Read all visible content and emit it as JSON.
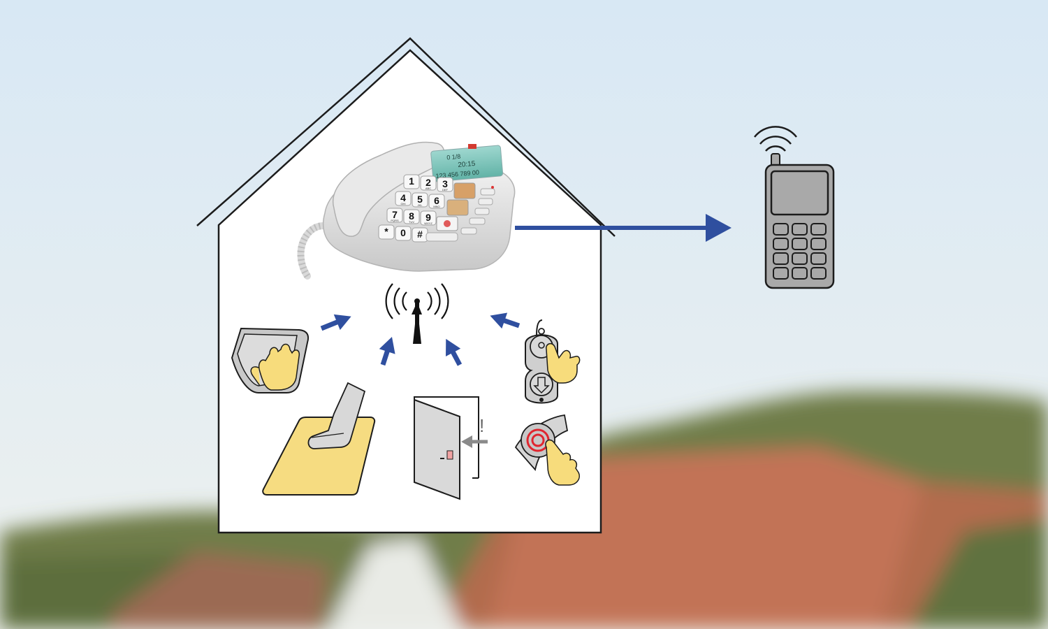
{
  "phone": {
    "display_line1": "0 1/8",
    "display_line2": "20:15",
    "display_line3": "123 456 789 00",
    "keypad": [
      {
        "key": "1",
        "sub": ""
      },
      {
        "key": "2",
        "sub": "ABC"
      },
      {
        "key": "3",
        "sub": "DEF"
      },
      {
        "key": "4",
        "sub": "GHI"
      },
      {
        "key": "5",
        "sub": "JKL"
      },
      {
        "key": "6",
        "sub": "MNO"
      },
      {
        "key": "7",
        "sub": "PQRS"
      },
      {
        "key": "8",
        "sub": "TUV"
      },
      {
        "key": "9",
        "sub": "WXYZ"
      },
      {
        "key": "*",
        "sub": ""
      },
      {
        "key": "0",
        "sub": ""
      },
      {
        "key": "#",
        "sub": ""
      }
    ]
  },
  "door_alert_symbol": "!",
  "icons": {
    "antenna": "antenna-icon",
    "mobile": "mobile-phone-icon",
    "smoke_detector": "smoke-detector-icon",
    "floor_mat": "pressure-mat-icon",
    "door": "door-sensor-icon",
    "pendant": "pendant-remote-icon",
    "wrist_button": "wrist-emergency-button-icon"
  },
  "colors": {
    "arrow": "#2f4f9f",
    "hand": "#f7dc7c",
    "mat": "#f6dc81",
    "device_gray": "#a9a9a9",
    "alert_red": "#e0262f"
  }
}
